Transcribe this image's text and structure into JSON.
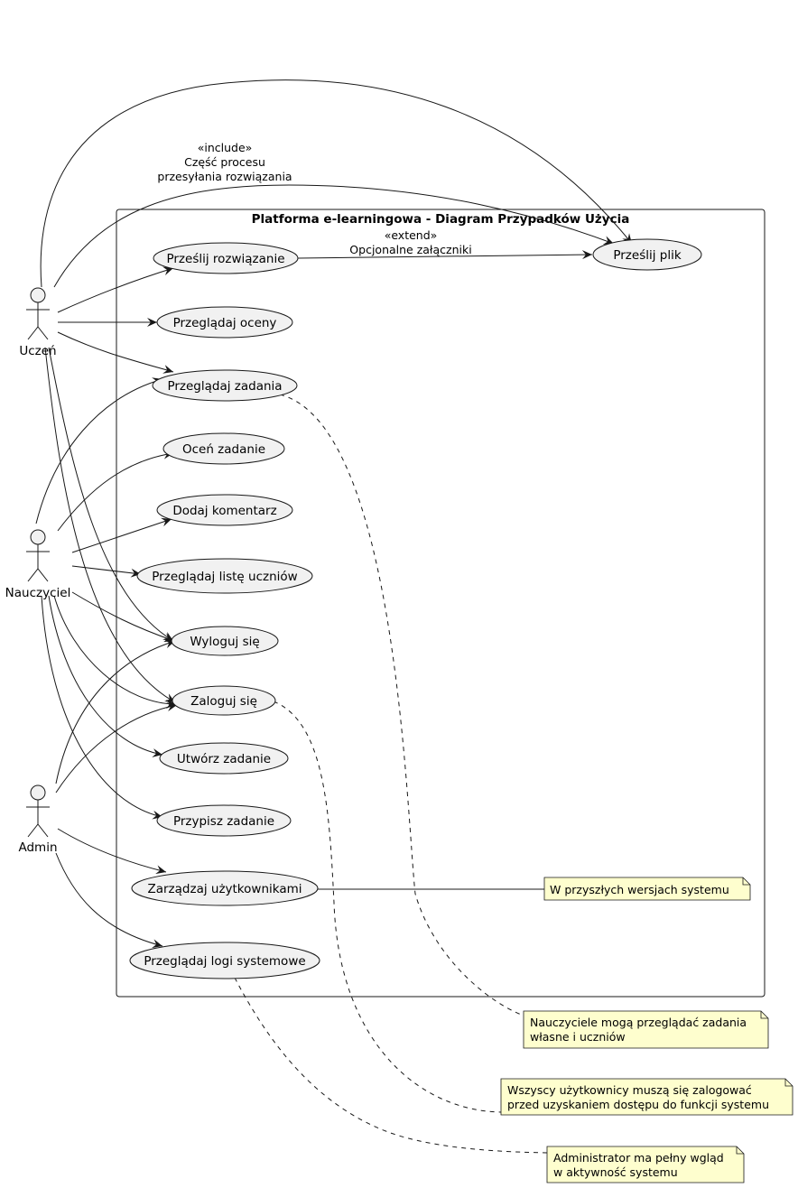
{
  "system_title": "Platforma e-learningowa - Diagram Przypadków Użycia",
  "actors": {
    "uczen": "Uczeń",
    "nauczyciel": "Nauczyciel",
    "admin": "Admin"
  },
  "use_cases": {
    "przeslij_rozwiazanie": "Prześlij rozwiązanie",
    "przeslij_plik": "Prześlij plik",
    "przegladaj_oceny": "Przeglądaj oceny",
    "przegladaj_zadania": "Przeglądaj zadania",
    "ocen_zadanie": "Oceń zadanie",
    "dodaj_komentarz": "Dodaj komentarz",
    "przegladaj_liste_uczniow": "Przeglądaj listę uczniów",
    "wyloguj_sie": "Wyloguj się",
    "zaloguj_sie": "Zaloguj się",
    "utworz_zadanie": "Utwórz zadanie",
    "przypisz_zadanie": "Przypisz zadanie",
    "zarzadzaj_uzytkownikami": "Zarządzaj użytkownikami",
    "przegladaj_logi": "Przeglądaj logi systemowe"
  },
  "edge_labels": {
    "include": [
      "«include»",
      "Część procesu",
      "przesyłania rozwiązania"
    ],
    "extend": [
      "«extend»",
      "Opcjonalne załączniki"
    ]
  },
  "notes": {
    "future": [
      "W przyszłych wersjach systemu"
    ],
    "teachers": [
      "Nauczyciele mogą przeglądać zadania",
      "własne i uczniów"
    ],
    "login": [
      "Wszyscy użytkownicy muszą się zalogować",
      "przed uzyskaniem dostępu do funkcji systemu"
    ],
    "admin": [
      "Administrator ma pełny wgląd",
      "w aktywność systemu"
    ]
  },
  "colors": {
    "use_case_fill": "#f1f1f1",
    "actor_fill": "#f1f1f1",
    "note_fill": "#fefece",
    "stroke": "#181818"
  }
}
